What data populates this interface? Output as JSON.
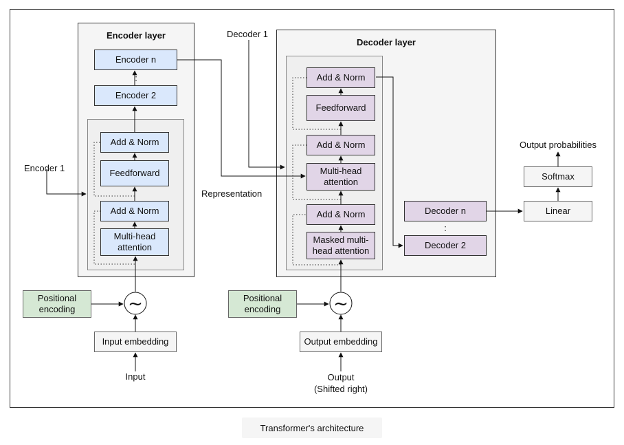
{
  "encoder": {
    "title": "Encoder layer",
    "encoder_n": "Encoder n",
    "encoder_2": "Encoder 2",
    "ellipsis": ":",
    "add_norm_top": "Add & Norm",
    "feedforward": "Feedforward",
    "add_norm_bottom": "Add & Norm",
    "attention": "Multi-head attention",
    "side_label": "Encoder 1"
  },
  "decoder": {
    "title": "Decoder layer",
    "side_label": "Decoder 1",
    "add_norm_top": "Add & Norm",
    "feedforward": "Feedforward",
    "add_norm_mid": "Add & Norm",
    "attention": "Multi-head attention",
    "add_norm_bottom": "Add & Norm",
    "masked_attention": "Masked multi-head attention",
    "decoder_n": "Decoder n",
    "decoder_2": "Decoder 2",
    "ellipsis": ":"
  },
  "representation_label": "Representation",
  "input_side": {
    "positional_encoding": "Positional encoding",
    "sum_symbol": "~",
    "embedding": "Input embedding",
    "input_label": "Input"
  },
  "output_side": {
    "positional_encoding": "Positional encoding",
    "sum_symbol": "~",
    "embedding": "Output embedding",
    "output_label_line1": "Output",
    "output_label_line2": "(Shifted right)"
  },
  "head": {
    "linear": "Linear",
    "softmax": "Softmax",
    "probabilities": "Output probabilities"
  },
  "caption": "Transformer's architecture",
  "colors": {
    "encoder_block": "#dae8fc",
    "decoder_block": "#e1d5e7",
    "positional_encoding": "#d5e8d4",
    "neutral_block": "#f5f5f5"
  }
}
